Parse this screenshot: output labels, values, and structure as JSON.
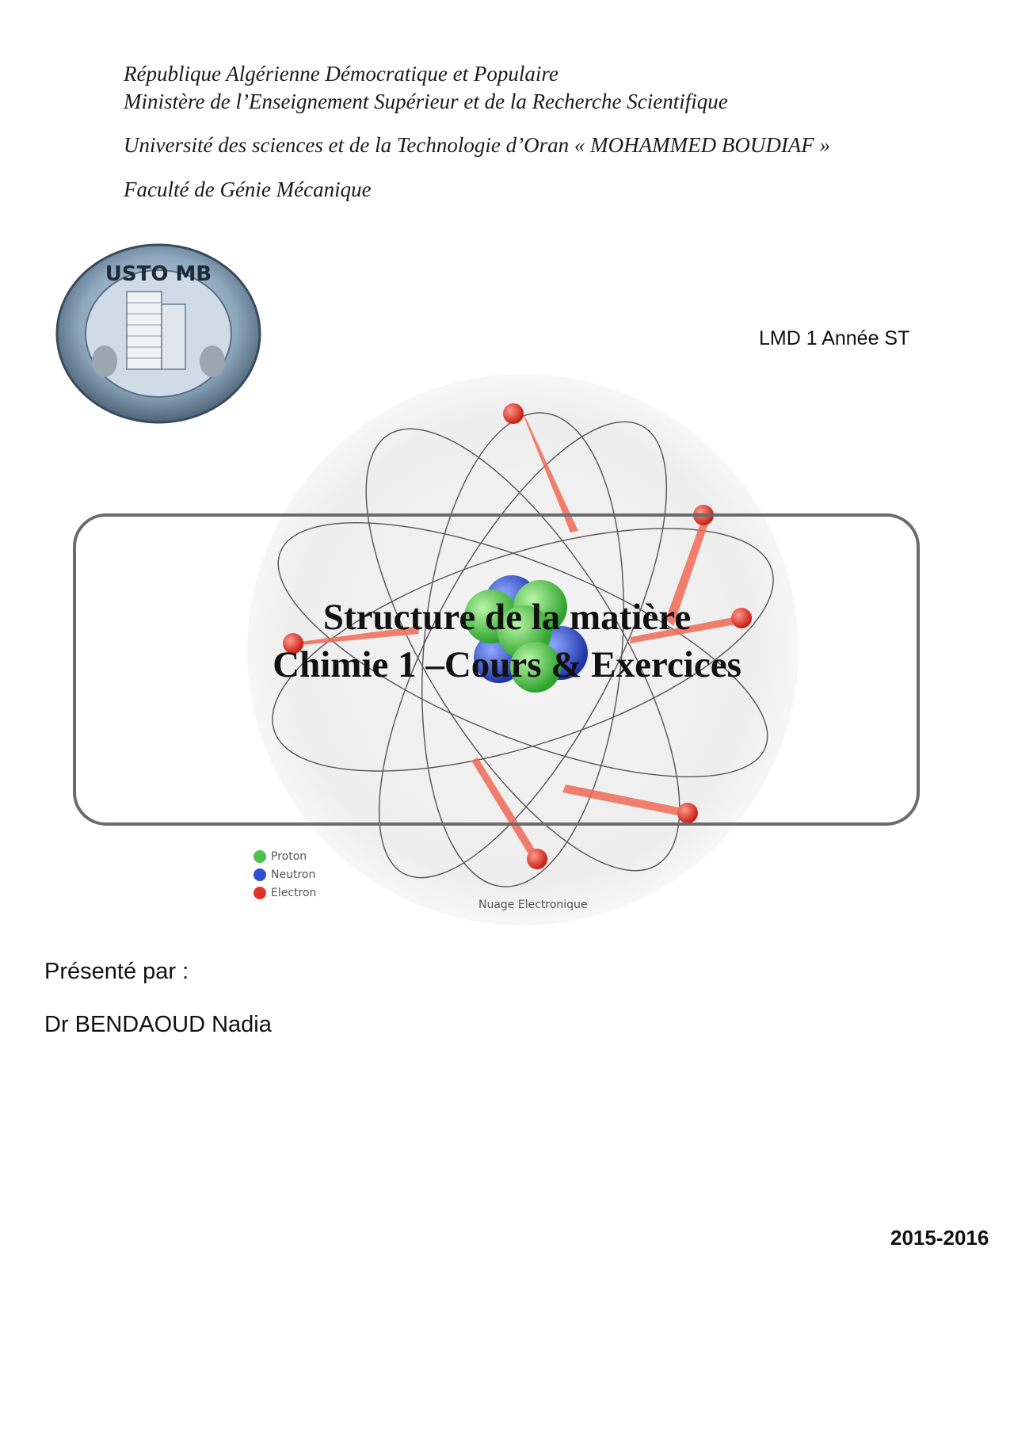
{
  "header": {
    "line1": "République Algérienne Démocratique et Populaire",
    "line2": "Ministère de l’Enseignement Supérieur et de la Recherche Scientifique",
    "line3": "Université des sciences et de la Technologie d’Oran « MOHAMMED BOUDIAF »",
    "line4": "Faculté de Génie Mécanique"
  },
  "logo": {
    "text": "USTO MB"
  },
  "level": "LMD  1 Année ST",
  "title": {
    "line1": "Structure de la matière",
    "line2": "Chimie 1 –Cours & Exercices"
  },
  "atom_figure": {
    "legend": [
      "Proton",
      "Neutron",
      "Electron"
    ],
    "caption": "Nuage Electronique",
    "colors": {
      "proton": "#4cc04a",
      "neutron": "#2f4fd0",
      "electron": "#e0342a"
    }
  },
  "presenter": {
    "label": "Présenté par :",
    "name": "Dr BENDAOUD Nadia"
  },
  "year": "2015-2016"
}
